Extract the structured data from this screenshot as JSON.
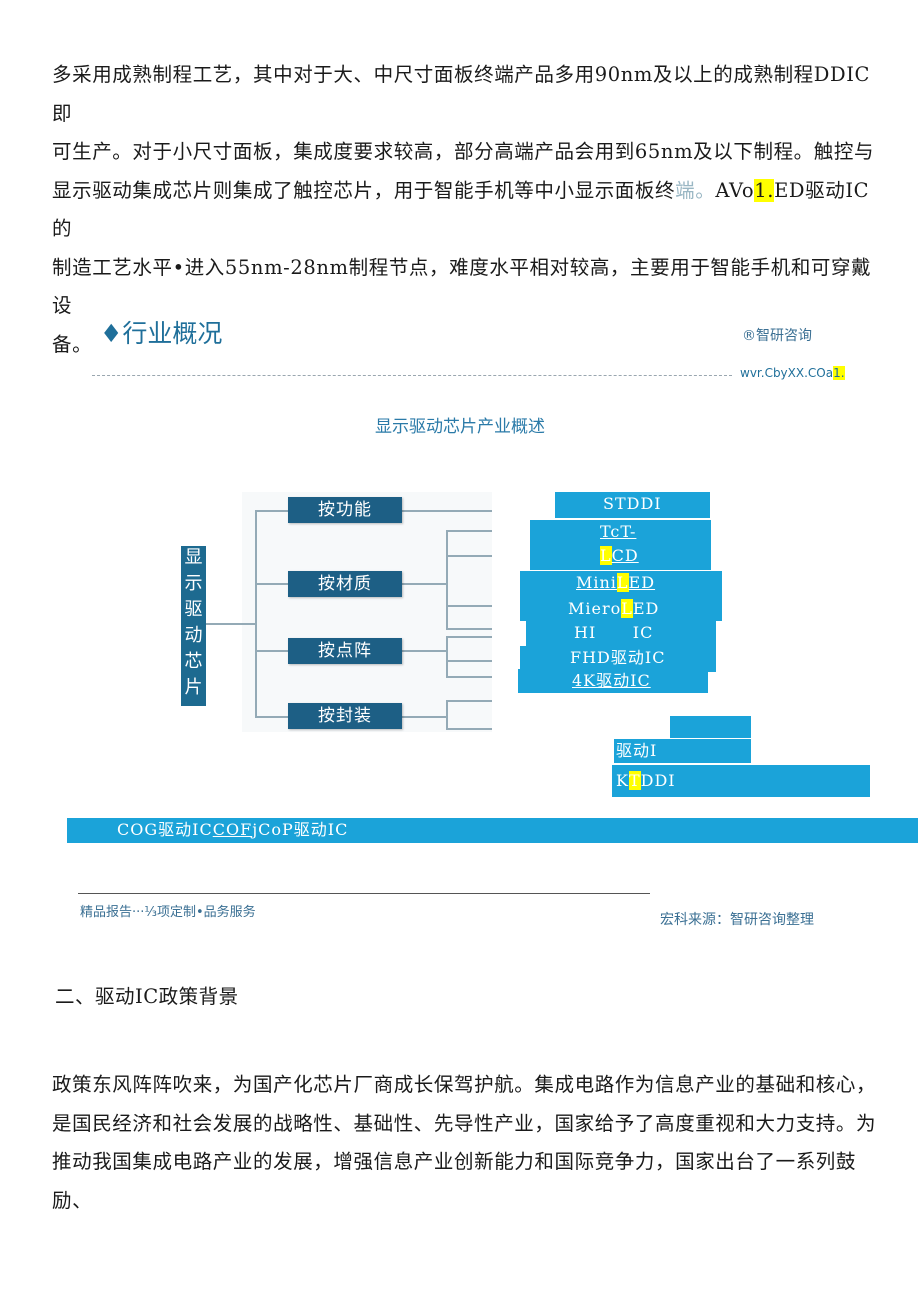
{
  "para1": {
    "line1": "多采用成熟制程工艺，其中对于大、中尺寸面板终端产品多用90nm及以上的成熟制程DDIC即",
    "line2": "可生产。对于小尺寸面板，集成度要求较高，部分高端产品会用到65nm及以下制程。触控与",
    "line3_a": "显示驱动集成芯片则集成了触控芯片，用于智能手机等中小显示面板终",
    "line3_b": "端。",
    "line3_c": "AVo",
    "line3_d": "1.",
    "line3_e": "ED驱动IC的",
    "line4": "制造工艺水平•进入55nm-28nm制程节点，难度水平相对较高，主要用于智能手机和可穿戴设",
    "line5": "备。"
  },
  "figure": {
    "industry_title": "♦行业概况",
    "brand": "®智研咨询",
    "url_a": "wvr.CbyXX.COa",
    "url_b": "1.",
    "chart_title": "显示驱动芯片产业概述",
    "root": "显示驱动芯片",
    "categories": [
      "按功能",
      "按材质",
      "按点阵",
      "按封装"
    ],
    "blocks": {
      "b1": "STDDI",
      "b2": "TcT-",
      "b3_hl": "L",
      "b3": "CD",
      "b4a": "Mini",
      "b4_hl": "L",
      "b4b": "ED",
      "b5a": "Miero",
      "b5_hl": "L",
      "b5b": "ED",
      "b6": "HI      IC",
      "b7": "FHD驱动IC",
      "b8": "4K驱动IC",
      "b10": "驱动I",
      "b11a": "K",
      "b11_hl": "T",
      "b11b": "DDI",
      "b12a": "COG驱动IC",
      "b12b": "COF",
      "b12c": "jCoP驱动IC"
    },
    "footer_left": "精品报告···⅓项定制•品务服务",
    "footer_right": "宏科来源：智研咨询整理"
  },
  "section_heading": "二、驱动IC政策背景",
  "para2": {
    "line1": "政策东风阵阵吹来，为国产化芯片厂商成长保驾护航。集成电路作为信息产业的基础和核心，",
    "line2": "是国民经济和社会发展的战略性、基础性、先导性产业，国家给予了高度重视和大力支持。为",
    "line3": "推动我国集成电路产业的发展，增强信息产业创新能力和国际竞争力，国家出台了一系列鼓励、"
  }
}
